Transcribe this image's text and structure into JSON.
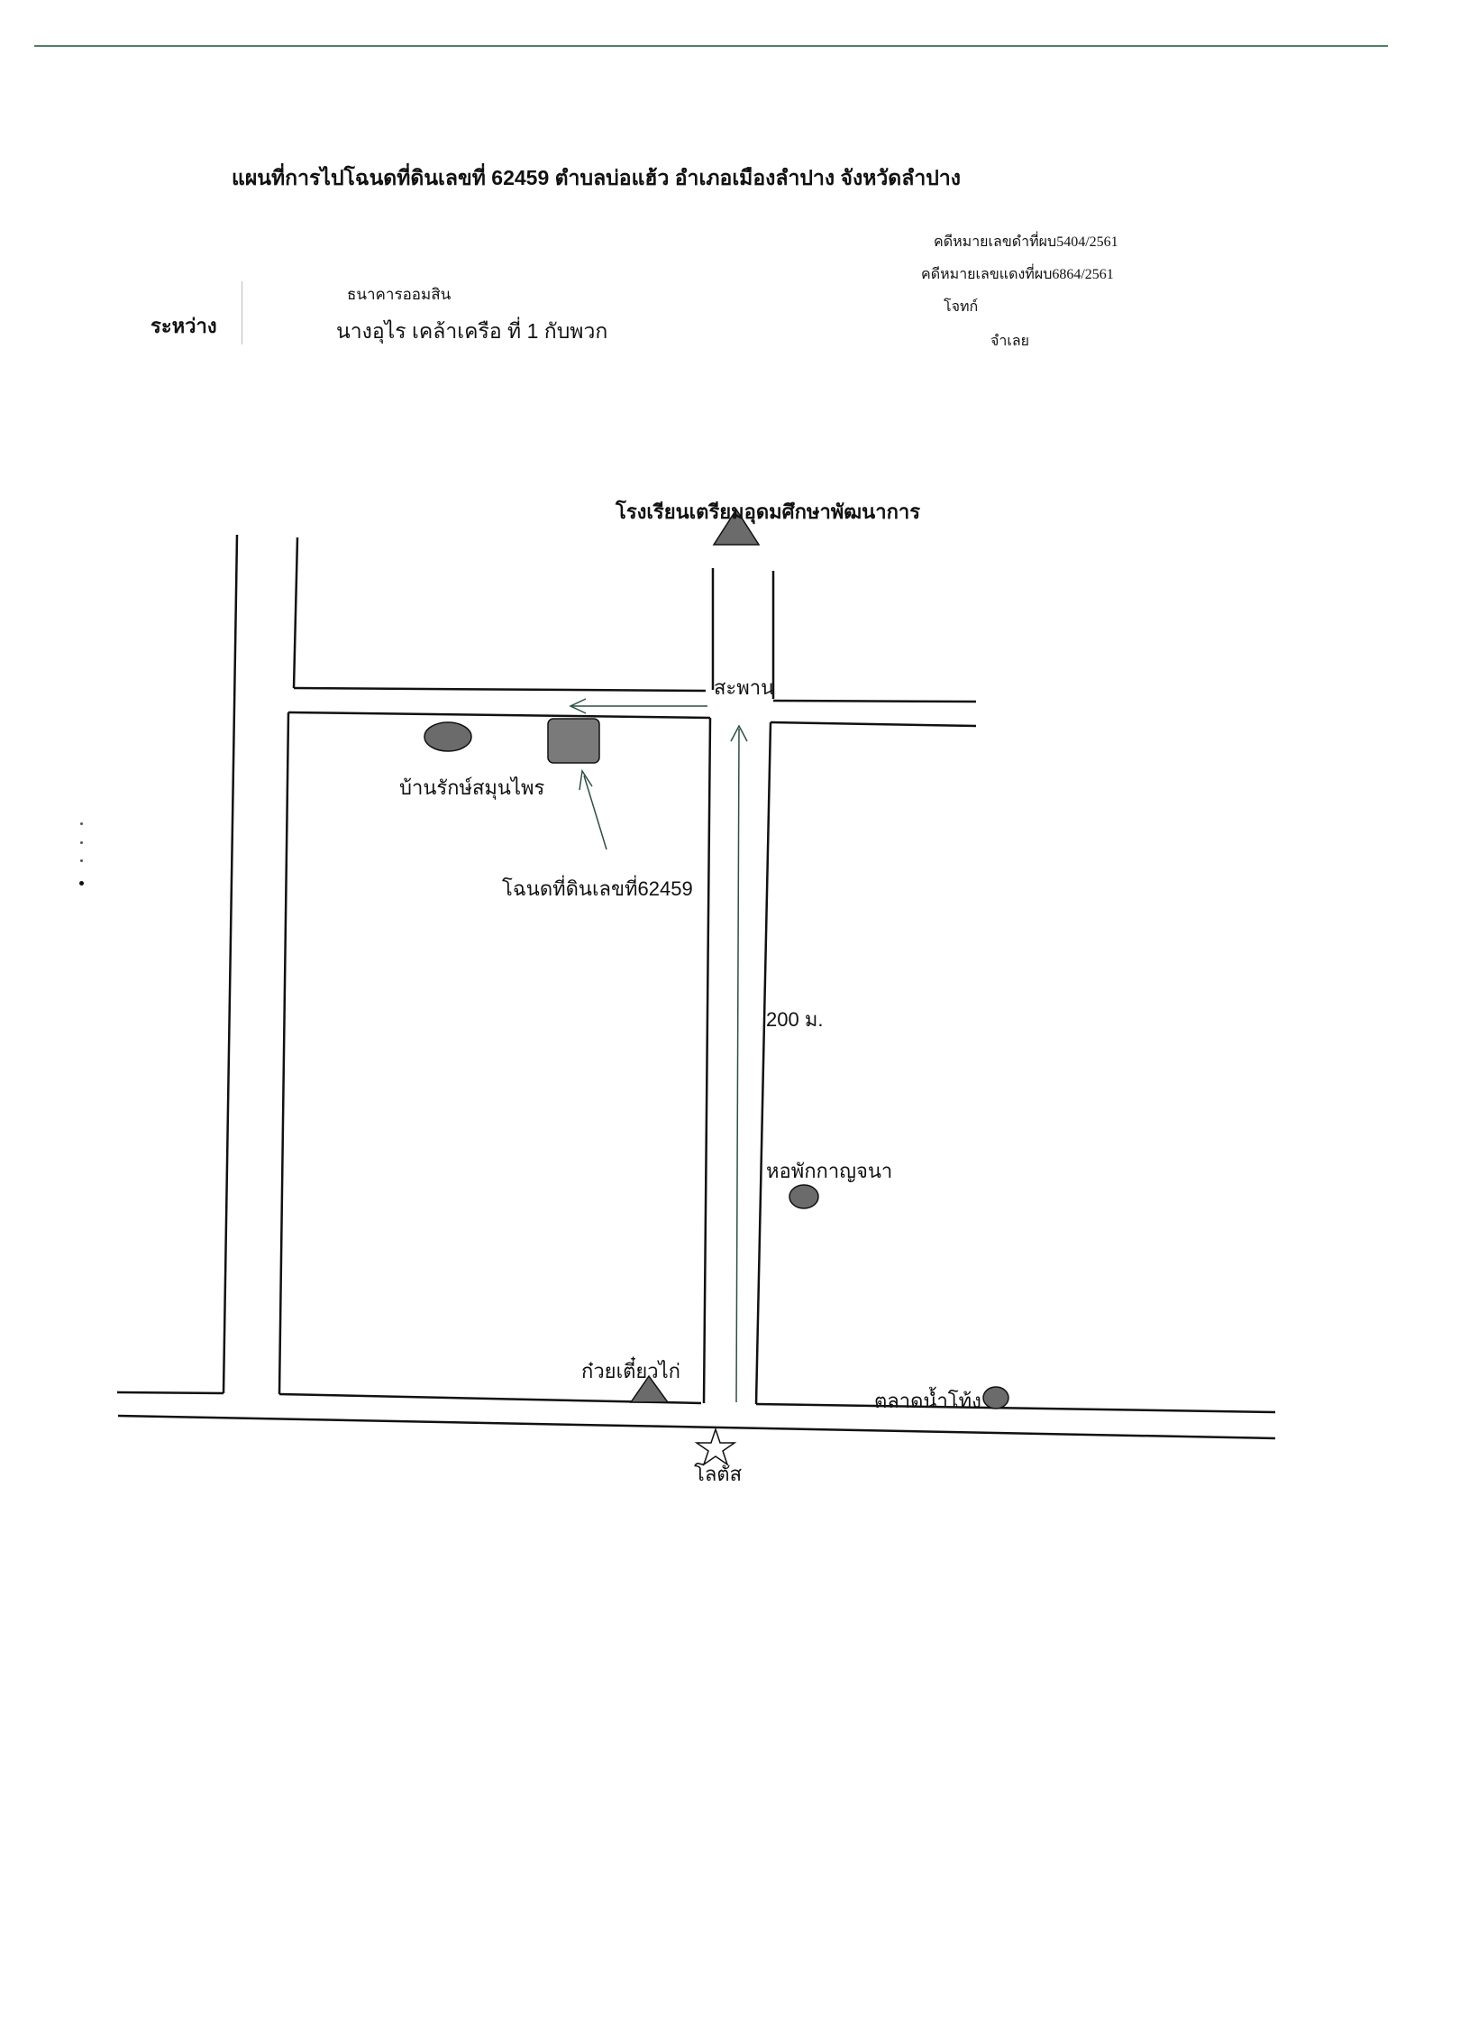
{
  "header": {
    "title": "แผนที่การไปโฉนดที่ดินเลขที่ 62459  ตำบลบ่อแฮ้ว อำเภอเมืองลำปาง  จังหวัดลำปาง",
    "black_case": "คดีหมายเลขดำที่ผบ5404/2561",
    "red_case": "คดีหมายเลขแดงที่ผบ6864/2561",
    "plaintiff_label": "โจทก์",
    "defendant_label": "จำเลย",
    "between_label": "ระหว่าง",
    "plaintiff_name": "ธนาคารออมสิน",
    "defendant_name": "นางอุไร  เคล้าเครือ  ที่ 1 กับพวก"
  },
  "map": {
    "landmarks": {
      "school": "โรงเรียนเตรียมอุดมศึกษาพัฒนาการ",
      "bridge": "สะพาน",
      "herb_house": "บ้านรักษ์สมุนไพร",
      "land_plot": "โฉนดที่ดินเลขที่62459",
      "distance": "200 ม.",
      "dormitory": "หอพักกาญจนา",
      "noodle_shop": "ก๋วยเตี๋ยวไก่",
      "market": "ตลาดน้ำโท้ง",
      "lotus": "โลตัส"
    },
    "colors": {
      "road": "#111111",
      "marker_fill": "#6b6b6b",
      "arrow": "#2f4f45"
    }
  }
}
